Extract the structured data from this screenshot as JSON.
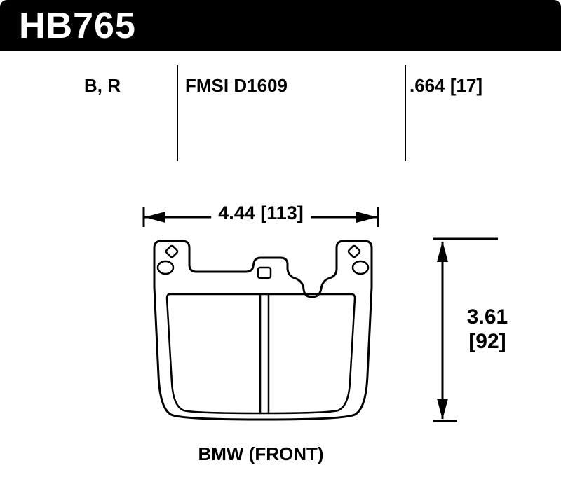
{
  "header": {
    "part_number": "HB765"
  },
  "specs": {
    "compound": "B, R",
    "fmsi": "FMSI D1609",
    "pad_thickness": ".664 [17]"
  },
  "dimensions": {
    "width_label": "4.44 [113]",
    "height_value": "3.61",
    "height_metric": "[92]"
  },
  "footer": {
    "application": "BMW (FRONT)"
  },
  "icons": {
    "width_arrow": "horizontal-double-arrow",
    "height_arrow": "vertical-double-arrow"
  },
  "colors": {
    "header_bg": "#000000",
    "header_fg": "#ffffff",
    "line": "#000000",
    "page_bg": "#ffffff"
  }
}
